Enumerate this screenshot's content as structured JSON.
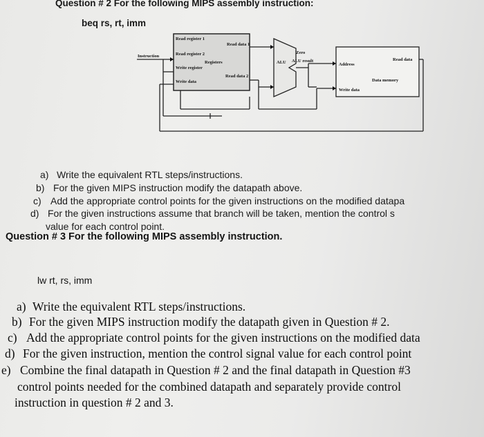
{
  "question2": {
    "title": "Question # 2 For the following MIPS assembly instruction:",
    "instruction": "beq rs, rt, imm",
    "items": [
      {
        "label": "a)",
        "text": "Write the equivalent RTL steps/instructions."
      },
      {
        "label": "b)",
        "text": "For the given MIPS instruction modify the datapath above."
      },
      {
        "label": "c)",
        "text": "Add the appropriate control points for the given instructions on the modified datapa"
      },
      {
        "label": "d)",
        "text": "For the given instructions assume that branch will be taken, mention the control s"
      },
      {
        "label": "",
        "text": "value for each control point."
      }
    ]
  },
  "diagram": {
    "instruction_label": "Instruction",
    "register_file": {
      "read_register_1": "Read register 1",
      "read_register_2": "Read register 2",
      "write_register": "Write register",
      "write_data": "Write data",
      "read_data_1": "Read data 1",
      "read_data_2": "Read data 2",
      "name": "Registers"
    },
    "alu": {
      "label": "ALU",
      "zero": "Zero",
      "alu_result": "ALU result"
    },
    "memory": {
      "address": "Address",
      "read_data": "Read data",
      "write_data": "Write data",
      "name": "Data memory"
    }
  },
  "question3": {
    "title": "Question # 3 For the following MIPS assembly instruction.",
    "instruction": "lw rt, rs, imm",
    "items": [
      {
        "label": "a)",
        "text": "Write the equivalent RTL steps/instructions."
      },
      {
        "label": "b)",
        "text": "For the given MIPS instruction modify the datapath given in Question # 2."
      },
      {
        "label": "c)",
        "text": "Add the appropriate control points for the given instructions on the modified data"
      },
      {
        "label": "d)",
        "text": "For the given instruction, mention the control signal value for each control point"
      },
      {
        "label": "e)",
        "text": "Combine the final datapath in Question # 2 and the final datapath in Question #3"
      },
      {
        "label": "",
        "text": "control points needed for the combined datapath and separately provide control"
      },
      {
        "label": "",
        "text": "instruction in question # 2 and 3."
      }
    ]
  }
}
